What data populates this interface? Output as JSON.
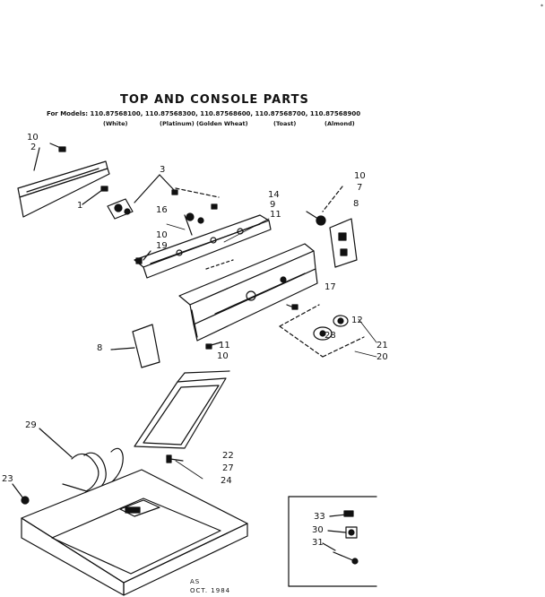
{
  "title": "TOP AND CONSOLE PARTS",
  "models_line": "For Models: 110.87568100, 110.87568300, 110.87568600, 110.87568700, 110.87568900",
  "model_colors": [
    "(White)",
    "(Platinum) (Golden Wheat)",
    "(Toast)",
    "(Almond)"
  ],
  "part_labels": {
    "l10a": "10",
    "l2": "2",
    "l1": "1",
    "l3": "3",
    "l16": "16",
    "l10b": "10",
    "l19": "19",
    "l14": "14",
    "l9": "9",
    "l11a": "11",
    "l10c": "10",
    "l7": "7",
    "l8a": "8",
    "l17": "17",
    "l12": "12",
    "l28": "28",
    "l21": "21",
    "l20": "20",
    "l8b": "8",
    "l11b": "11",
    "l10d": "10",
    "l29": "29",
    "l22": "22",
    "l27": "27",
    "l24": "24",
    "l23": "23",
    "l33": "33",
    "l30": "30",
    "l31": "31"
  },
  "footer": {
    "code": "AS",
    "date": "OCT. 1984"
  },
  "corner_mark": "*"
}
